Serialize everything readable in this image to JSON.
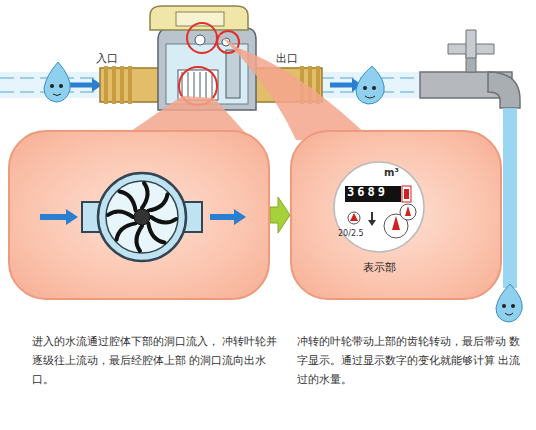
{
  "diagram": {
    "nodes": [
      {
        "text": [
          "进入的水流通过腔体下部的洞口流入， 冲转叶轮并逐级往上流动，最后经腔体上部 的洞口流向出水口。"
        ]
      },
      {
        "text": [
          "表示部",
          "冲转的叶轮带动上部的齿轮转动，最后带动 数字显示。通过显示数字的变化就能够计算 出流过的水量。"
        ]
      }
    ],
    "edges": [
      {
        "from": 0,
        "to": 1,
        "arrow": "to"
      }
    ],
    "labels": [
      "入口",
      "出口",
      "m³",
      "3689",
      "20/2.5"
    ]
  }
}
